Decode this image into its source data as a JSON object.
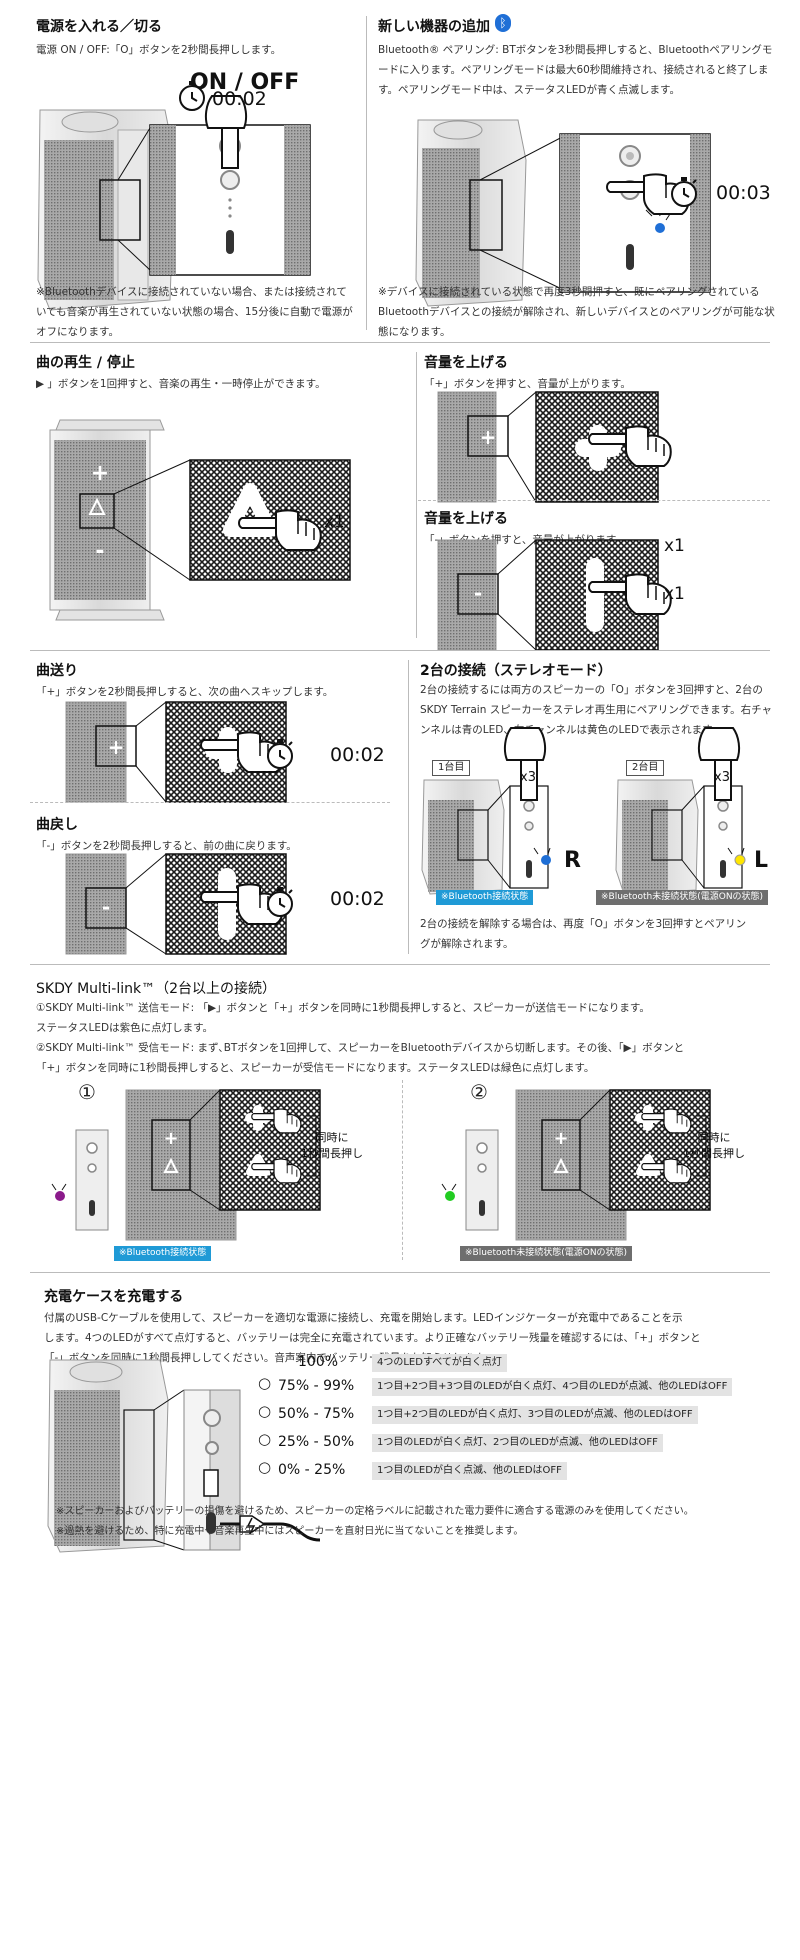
{
  "power": {
    "title": "電源を入れる／切る",
    "desc": "電源 ON / OFF:「O」ボタンを2秒間長押しします。",
    "big_label": "ON / OFF",
    "timer": "00:02",
    "note": "※Bluetoothデバイスに接続されていない場合、または接続されていても音楽が再生されていない状態の場合、15分後に自動で電源がオフになります。"
  },
  "pair": {
    "title": "新しい機器の追加",
    "desc": "Bluetooth® ペアリング: BTボタンを3秒間長押しすると、Bluetoothペアリングモードに入ります。ペアリングモードは最大60秒間維持され、接続されると終了します。ペアリングモード中は、ステータスLEDが青く点滅します。",
    "timer": "00:03",
    "note": "※デバイスに接続されている状態で再度3秒間押すと、既にペアリングされているBluetoothデバイスとの接続が解除され、新しいデバイスとのペアリングが可能な状態になります。"
  },
  "play": {
    "title": "曲の再生 / 停止",
    "desc": "▶ 」ボタンを1回押すと、音楽の再生・一時停止ができます。",
    "count": "x1"
  },
  "vol_up": {
    "title": "音量を上げる",
    "desc": "「+」ボタンを押すと、音量が上がります。",
    "count": "x1"
  },
  "vol_down": {
    "title": "音量を上げる",
    "desc": "「-」ボタンを押すと、音量が上がります。",
    "count": "x1"
  },
  "next": {
    "title": "曲送り",
    "desc": "「+」ボタンを2秒間長押しすると、次の曲へスキップします。",
    "timer": "00:02"
  },
  "prev": {
    "title": "曲戻し",
    "desc": "「-」ボタンを2秒間長押しすると、前の曲に戻ります。",
    "timer": "00:02"
  },
  "stereo": {
    "title": "2台の接続（ステレオモード）",
    "desc": "2台の接続するには両方のスピーカーの「O」ボタンを3回押すと、2台のSKDY Terrain スピーカーをステレオ再生用にペアリングできます。右チャンネルは青のLED、左チャンネルは黄色のLEDで表示されます。",
    "unit1": "1台目",
    "unit2": "2台目",
    "x3": "x3",
    "r": "R",
    "l": "L",
    "tag1": "※Bluetooth接続状態",
    "tag2": "※Bluetooth未接続状態(電源ONの状態)",
    "note": "2台の接続を解除する場合は、再度「O」ボタンを3回押すとペアリングが解除されます。"
  },
  "multilink": {
    "title": "SKDY Multi-link™（2台以上の接続）",
    "line1": "①SKDY Multi-link™ 送信モード: 「▶」ボタンと「+」ボタンを同時に1秒間長押しすると、スピーカーが送信モードになります。",
    "line2": "ステータスLEDは紫色に点灯します。",
    "line3": "②SKDY Multi-link™ 受信モード: まず､BTボタンを1回押して、スピーカーをBluetoothデバイスから切断します。その後、「▶」ボタンと",
    "line4": "「+」ボタンを同時に1秒間長押しすると、スピーカーが受信モードになります。ステータスLEDは緑色に点灯します。",
    "num1": "①",
    "num2": "②",
    "press_a": "同時に",
    "press_b": "1秒間長押し",
    "tag1": "※Bluetooth接続状態",
    "tag2": "※Bluetooth未接続状態(電源ONの状態)"
  },
  "charge": {
    "title": "充電ケースを充電する",
    "desc1": "付属のUSB-Cケーブルを使用して、スピーカーを適切な電源に接続し、充電を開始します。LEDインジケーターが充電中であることを示",
    "desc2": "します。4つのLEDがすべて点灯すると、バッテリーは完全に充電されています。より正確なバッテリー残量を確認するには、「+」ボタンと",
    "desc3": "「-」ボタンを同時に1秒間長押ししてください。音声案内でバッテリー残量をお知らせします。",
    "levels": [
      {
        "pct": "100%",
        "desc": "4つのLEDすべてが白く点灯"
      },
      {
        "pct": "75% - 99%",
        "desc": "1つ目+2つ目+3つ目のLEDが白く点灯、4つ目のLEDが点滅、他のLEDはOFF"
      },
      {
        "pct": "50% - 75%",
        "desc": "1つ目+2つ目のLEDが白く点灯、3つ目のLEDが点滅、他のLEDはOFF"
      },
      {
        "pct": "25% - 50%",
        "desc": "1つ目のLEDが白く点灯、2つ目のLEDが点滅、他のLEDはOFF"
      },
      {
        "pct": "0% - 25%",
        "desc": "1つ目のLEDが白く点滅、他のLEDはOFF"
      }
    ],
    "note1": "※スピーカーおよびバッテリーの損傷を避けるため、スピーカーの定格ラベルに記載された電力要件に適合する電源のみを使用してください。",
    "note2": "※過熱を避けるため、特に充電中や音楽再生中にはスピーカーを直射日光に当てないことを推奨します。"
  },
  "colors": {
    "blue_led": "#1f6fd6",
    "yellow_led": "#ffe600",
    "purple_led": "#8b1a8b",
    "green_led": "#22cc22",
    "tag_blue": "#1f9ad6",
    "tag_gray": "#6e6e6e"
  }
}
